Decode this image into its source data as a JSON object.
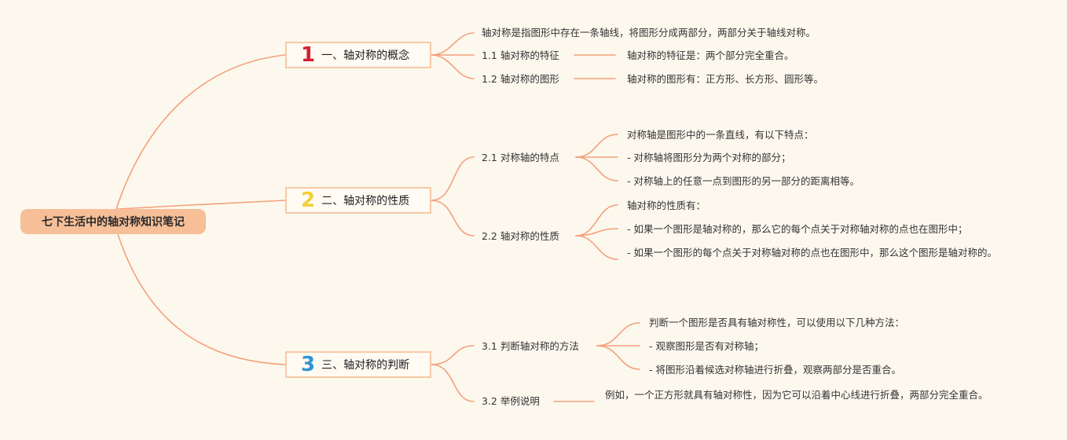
{
  "root": {
    "title": "七下生活中的轴对称知识笔记"
  },
  "branches": [
    {
      "number": "1",
      "number_color": "#d32035",
      "label": "一、轴对称的概念",
      "definition": "轴对称是指图形中存在一条轴线，将图形分成两部分，两部分关于轴线对称。",
      "subs": [
        {
          "label": "1.1 轴对称的特征",
          "details": [
            "轴对称的特征是：两个部分完全重合。"
          ]
        },
        {
          "label": "1.2 轴对称的图形",
          "details": [
            "轴对称的图形有：正方形、长方形、圆形等。"
          ]
        }
      ]
    },
    {
      "number": "2",
      "number_color": "#f2cf3a",
      "label": "二、轴对称的性质",
      "subs": [
        {
          "label": "2.1 对称轴的特点",
          "details": [
            "对称轴是图形中的一条直线，有以下特点：",
            "- 对称轴将图形分为两个对称的部分；",
            "- 对称轴上的任意一点到图形的另一部分的距离相等。"
          ]
        },
        {
          "label": "2.2 轴对称的性质",
          "details": [
            "轴对称的性质有：",
            "- 如果一个图形是轴对称的，那么它的每个点关于对称轴对称的点也在图形中；",
            "- 如果一个图形的每个点关于对称轴对称的点也在图形中，那么这个图形是轴对称的。"
          ]
        }
      ]
    },
    {
      "number": "3",
      "number_color": "#2f93d6",
      "label": "三、轴对称的判断",
      "subs": [
        {
          "label": "3.1 判断轴对称的方法",
          "details": [
            "判断一个图形是否具有轴对称性，可以使用以下几种方法：",
            "- 观察图形是否有对称轴；",
            "- 将图形沿着候选对称轴进行折叠，观察两部分是否重合。"
          ]
        },
        {
          "label": "3.2 举例说明",
          "details": [
            "例如，一个正方形就具有轴对称性，因为它可以沿着中心线进行折叠，两部分完全重合。"
          ]
        }
      ]
    }
  ],
  "colors": {
    "line": "#f4a07b",
    "root_bg": "#f6bf98",
    "branch_border": "#f6c9a6",
    "background": "#fdf8ee"
  }
}
